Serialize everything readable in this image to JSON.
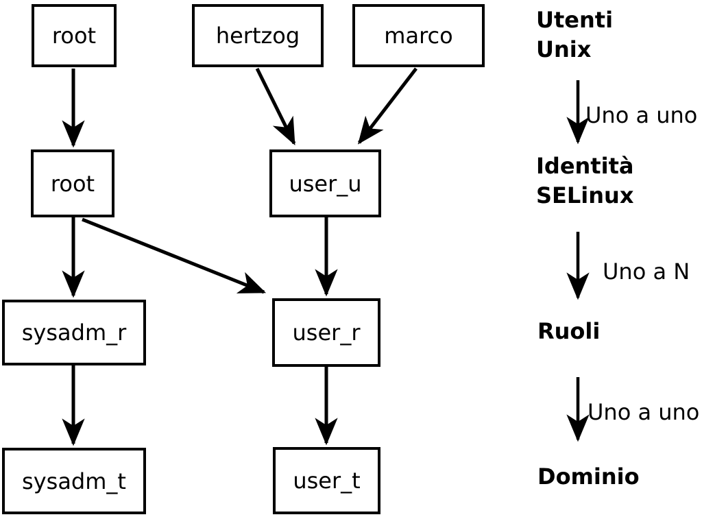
{
  "diagram": {
    "unix_users": [
      "root",
      "hertzog",
      "marco"
    ],
    "selinux_identities": [
      "root",
      "user_u"
    ],
    "roles": [
      "sysadm_r",
      "user_r"
    ],
    "domains": [
      "sysadm_t",
      "user_t"
    ]
  },
  "legend": {
    "stage_users": "Utenti\nUnix",
    "rel_users_identities": "Uno a uno",
    "stage_identities": "Identità\nSELinux",
    "rel_identities_roles": "Uno a N",
    "stage_roles": "Ruoli",
    "rel_roles_domains": "Uno a uno",
    "stage_domains": "Dominio"
  },
  "colors": {
    "background": "#ffffff",
    "ink": "#000000"
  }
}
